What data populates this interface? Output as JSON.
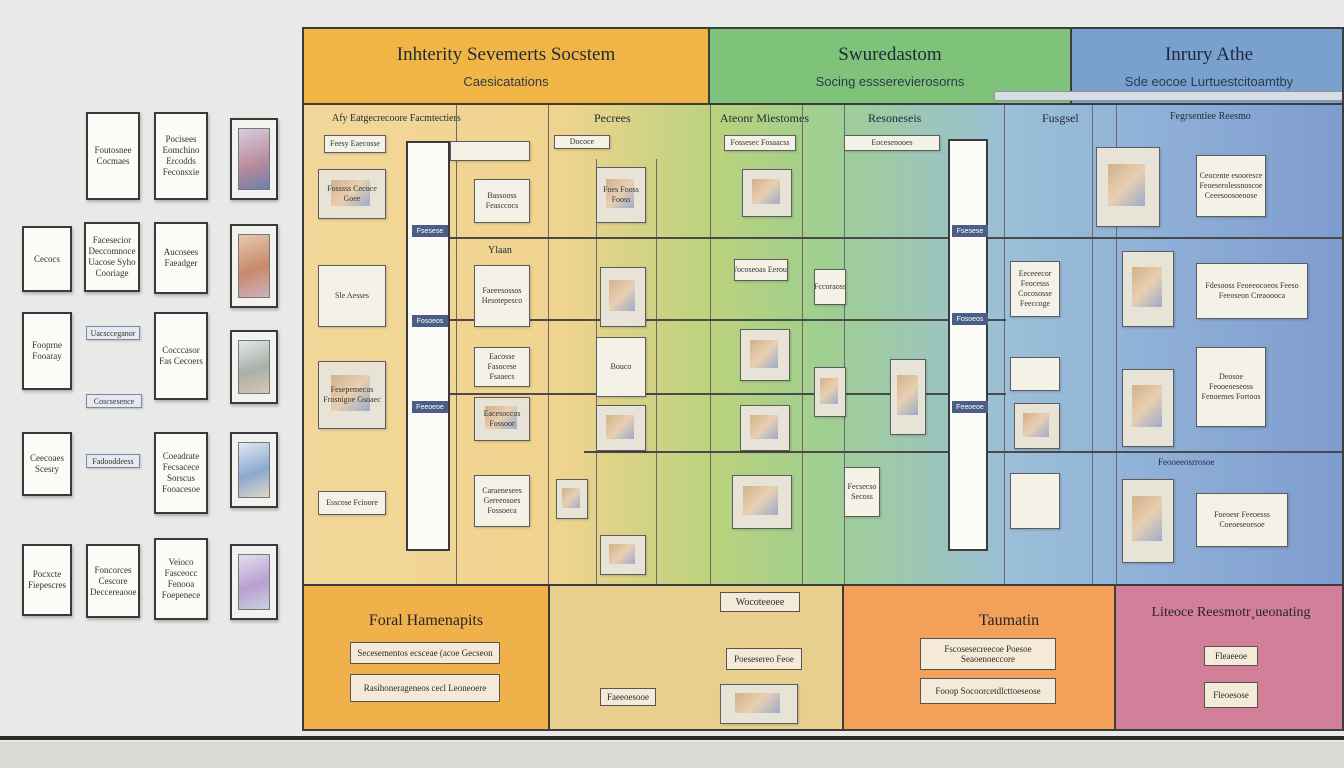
{
  "wall": {
    "row1": [
      "Foutosnee Cocmaes",
      "Pocisees Eomchino Ercodds Feconsxie"
    ],
    "row2": [
      "Cecocs",
      "Facesecior Deccomnoce Uacose Syho Cooriage",
      "Aucosees Faeadger"
    ],
    "row3": [
      "Fooprne Fooaray",
      "Uacscceganor",
      "Cocccasor Fas Cecoers"
    ],
    "row3tag": "Coscsesence",
    "row4": [
      "Ceecoaes Scesry",
      "Coeadrate Fecsacece Sorscus Fooacesoe"
    ],
    "row4tag": "Fadooddeess",
    "row5": [
      "Pocxcte Fiepescres",
      "Foncorces Cescore Deccereaooe",
      "Veioco Fasceocc Fenooa Foepenece"
    ]
  },
  "headers": [
    {
      "title": "Inhterity Sevemerts Socstem",
      "sub": "Caesicatations"
    },
    {
      "title": "Swuredastom",
      "sub": "Socing essserevierosorns"
    },
    {
      "title": "Inrury Athe",
      "sub": "Sde eocoe Lurtuestcitoamtby"
    }
  ],
  "sections": {
    "col1": "Afy Eatgecrecoore Facmtectiers",
    "col2": "Pecrees",
    "col3": "Ateonr Miestomes",
    "col4": "Resoneseis",
    "col5": "Fusgsel",
    "col6": "Fegrsentiee Reesmo"
  },
  "boxes": {
    "a1": "Feesy Eaecosse",
    "a2": "Fosssss Cecoce Goee",
    "a3": "Sle Aesses",
    "a4": "Fesepemecos Frosnigoe Gsoaec",
    "a5": "Esscose Fcioore",
    "b1": "Bassooss Feasccocs",
    "b2": "Ylaan",
    "b3": "Faeeesossos Hesotepesco",
    "b4": "Eacosse Fasocese Fsaaecs",
    "b5": "Eacesoccos Fossoor",
    "b6": "Caraenesees Gereeosoes Fossoeca",
    "c1": "Dococe",
    "c2": "Foes Fooss Fooss",
    "c3": "Bouco",
    "d1": "Fossesec Fosaacss",
    "d2": "Yocoseoas Eerous",
    "e1": "Eocesenooes",
    "e2": "Fccoraoss",
    "e3": "Fecsecso Secoss",
    "f1": "Eeceeecor Feocesss Cocososse Feeccoge",
    "f2": "Ceocente esooresce Feoeserolessnoscoe Ceeesoosoeoose",
    "f3": "Fdesooss Feoeeocoeos Feeso Feeoseon Creaoooca",
    "f4": "Deosoe Feooeoeseoss Fenoemes Fortoos",
    "f5": "Feooeeosrrosoe",
    "f6": "Foeoesr Feeoesss Coeoeseoesoe"
  },
  "pillar_chips": [
    "Fsesese",
    "Fosoeos",
    "Feeoeoe"
  ],
  "bottom": [
    {
      "title": "Foral Hamenapits",
      "items": [
        "Secesementos ecsceae (acoe Gecseon",
        "Rasihonerageneos cecl Leoneoere"
      ]
    },
    {
      "title": "",
      "items": [
        "Wocoteeoee",
        "Poesesereo Feoe",
        "Faeeoesooe"
      ]
    },
    {
      "title": "Taumatin",
      "items": [
        "Fscosesecreecoe Poesoe Seaoenoeccore",
        "Fooop Socoorcetdlcttoeseose"
      ]
    },
    {
      "title": "Liteoce Reesmotr¸ueonating",
      "items": [
        "Fleaeeoe",
        "Fleoesose"
      ]
    }
  ]
}
